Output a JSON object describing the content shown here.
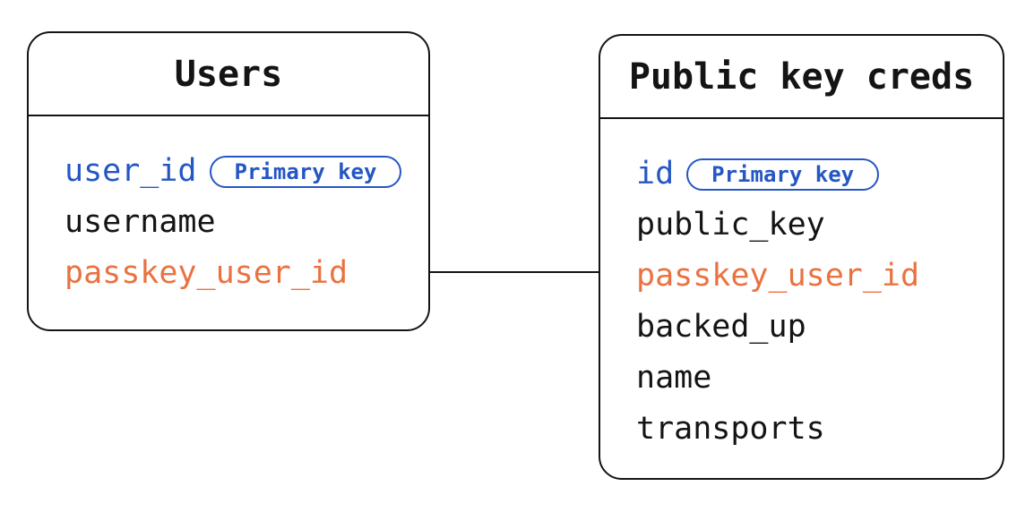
{
  "colors": {
    "black": "#141414",
    "blue": "#2456c4",
    "orange": "#ea7240"
  },
  "tables": [
    {
      "name": "Users",
      "fields": [
        {
          "label": "user_id",
          "color": "blue",
          "badge": "Primary key"
        },
        {
          "label": "username",
          "color": "black",
          "badge": null
        },
        {
          "label": "passkey_user_id",
          "color": "orange",
          "badge": null
        }
      ]
    },
    {
      "name": "Public key creds",
      "fields": [
        {
          "label": "id",
          "color": "blue",
          "badge": "Primary key"
        },
        {
          "label": "public_key",
          "color": "black",
          "badge": null
        },
        {
          "label": "passkey_user_id",
          "color": "orange",
          "badge": null
        },
        {
          "label": "backed_up",
          "color": "black",
          "badge": null
        },
        {
          "label": "name",
          "color": "black",
          "badge": null
        },
        {
          "label": "transports",
          "color": "black",
          "badge": null
        }
      ]
    }
  ],
  "relationship": {
    "from_table": "Users",
    "from_field": "passkey_user_id",
    "to_table": "Public key creds",
    "to_field": "passkey_user_id"
  }
}
